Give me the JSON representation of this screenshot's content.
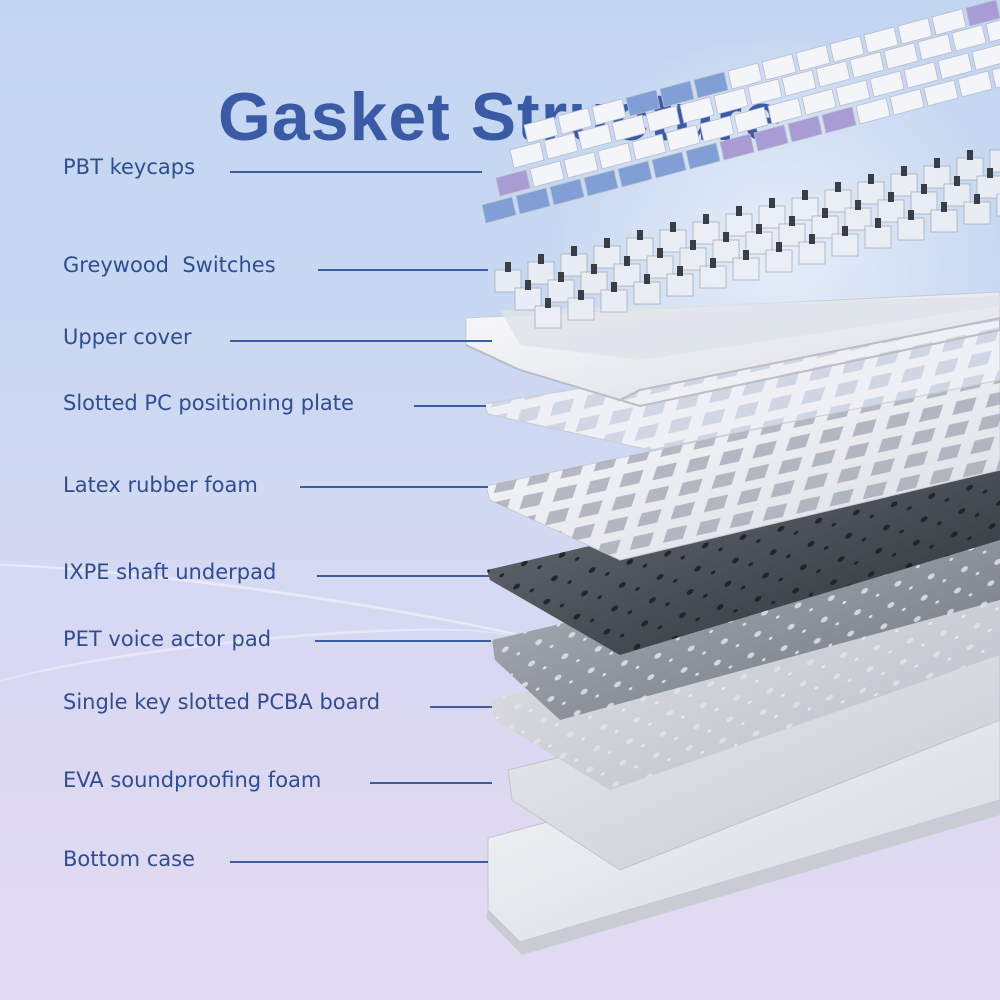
{
  "title": "Gasket Structure",
  "colors": {
    "title": "#3a5aa5",
    "label_text": "#2f4d8f",
    "leader_line": "#3c5ea0",
    "keycap_white": "#f4f5f8",
    "keycap_blue": "#7f9fd6",
    "keycap_purple": "#a99bd3",
    "switch_stem": "#3a3d44",
    "plate_white": "#eef0f4",
    "ixpe_dark": "#4d5258",
    "pet_grey": "#9aa0a8",
    "pcb_light": "#d9dbe0",
    "case_white": "#eceef2"
  },
  "layers": [
    {
      "label": "PBT keycaps"
    },
    {
      "label": "Greywood  Switches"
    },
    {
      "label": "Upper cover"
    },
    {
      "label": "Slotted PC positioning plate"
    },
    {
      "label": "Latex rubber foam"
    },
    {
      "label": "IXPE shaft underpad"
    },
    {
      "label": "PET voice actor pad"
    },
    {
      "label": "Single key slotted PCBA board"
    },
    {
      "label": "EVA soundproofing foam"
    },
    {
      "label": "Bottom case"
    }
  ]
}
